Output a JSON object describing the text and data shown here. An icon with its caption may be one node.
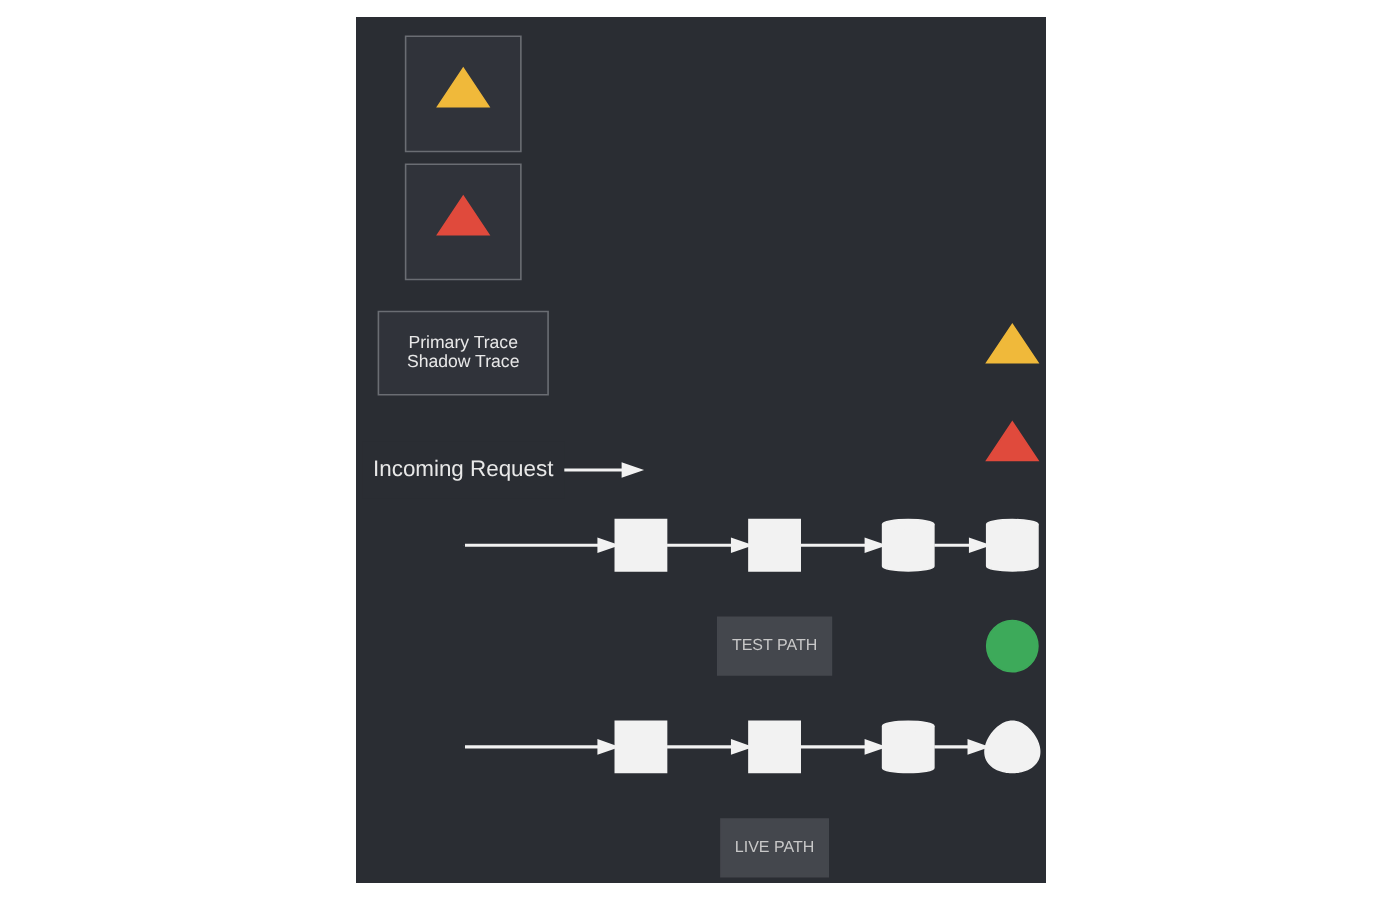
{
  "diagram": {
    "nodes": [
      {
        "text": [
          "LIVE PATH"
        ]
      },
      {
        "text": [],
        "shape": "box"
      },
      {
        "text": [],
        "shape": "box"
      },
      {
        "text": [],
        "shape": "cylinder"
      },
      {
        "text": [],
        "shape": "person"
      },
      {
        "text": [],
        "shape": "circle"
      },
      {
        "text": [
          "TEST PATH"
        ]
      },
      {
        "text": [],
        "shape": "box"
      },
      {
        "text": [],
        "shape": "box"
      },
      {
        "text": [],
        "shape": "cylinder"
      },
      {
        "text": [],
        "shape": "cylinder"
      },
      {
        "text": [],
        "shape": "triangle"
      },
      {
        "text": [],
        "shape": "triangle"
      },
      {
        "text": [
          "Incoming Request"
        ]
      },
      {
        "text": [
          "Primary Trace",
          "Shadow Trace"
        ]
      },
      {
        "text": [],
        "shape": "box"
      },
      {
        "text": [],
        "shape": "triangle",
        "in": 15
      },
      {
        "text": [],
        "shape": "box"
      },
      {
        "text": [],
        "shape": "triangle",
        "in": 17
      }
    ],
    "edges": [
      {
        "from": null,
        "to": 1,
        "arrow": "to"
      },
      {
        "from": 1,
        "to": 2,
        "arrow": "to"
      },
      {
        "from": 2,
        "to": 3,
        "arrow": "to"
      },
      {
        "from": 3,
        "to": 4,
        "arrow": "to"
      },
      {
        "from": null,
        "to": 7,
        "arrow": "to"
      },
      {
        "from": 7,
        "to": 8,
        "arrow": "to"
      },
      {
        "from": 8,
        "to": 9,
        "arrow": "to"
      },
      {
        "from": 9,
        "to": 10,
        "arrow": "to"
      },
      {
        "from": 13,
        "to": null,
        "arrow": "to"
      }
    ]
  }
}
